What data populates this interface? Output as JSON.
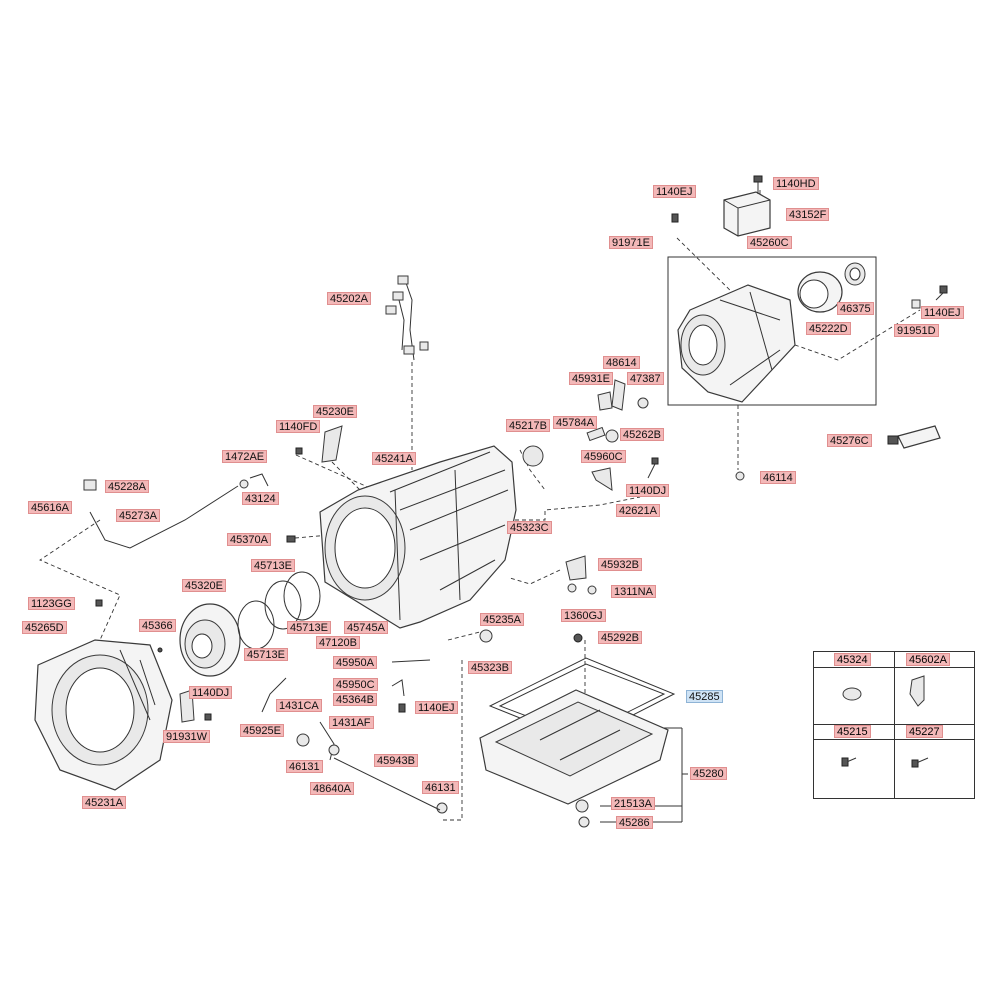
{
  "labels": {
    "p1140HD": "1140HD",
    "p1140EJ_a": "1140EJ",
    "p43152F": "43152F",
    "p91971E": "91971E",
    "p45260C": "45260C",
    "p46375": "46375",
    "p1140EJ_b": "1140EJ",
    "p45222D": "45222D",
    "p91951D": "91951D",
    "p45202A": "45202A",
    "p48614": "48614",
    "p45931E": "45931E",
    "p47387": "47387",
    "p45230E": "45230E",
    "p45784A": "45784A",
    "p1140FD": "1140FD",
    "p45217B": "45217B",
    "p45262B": "45262B",
    "p45276C": "45276C",
    "p1472AE": "1472AE",
    "p45241A": "45241A",
    "p45960C": "45960C",
    "p46114": "46114",
    "p45228A": "45228A",
    "p43124": "43124",
    "p1140DJ_a": "1140DJ",
    "p45616A": "45616A",
    "p45273A": "45273A",
    "p42621A": "42621A",
    "p45323C": "45323C",
    "p45370A": "45370A",
    "p45713E_a": "45713E",
    "p45932B": "45932B",
    "p45320E": "45320E",
    "p1311NA": "1311NA",
    "p1123GG": "1123GG",
    "p45713E_b": "45713E",
    "p1360GJ": "1360GJ",
    "p45745A": "45745A",
    "p45235A": "45235A",
    "p45366": "45366",
    "p47120B": "47120B",
    "p45265D": "45265D",
    "p45292B": "45292B",
    "p45713E_c": "45713E",
    "p45323B": "45323B",
    "p45950A": "45950A",
    "p45950C": "45950C",
    "p1140DJ_b": "1140DJ",
    "p45285": "45285",
    "p45364B": "45364B",
    "p1431CA": "1431CA",
    "p1140EJ_c": "1140EJ",
    "p1431AF": "1431AF",
    "p91931W": "91931W",
    "p45925E": "45925E",
    "p46131_a": "46131",
    "p45943B": "45943B",
    "p45280": "45280",
    "p48640A": "48640A",
    "p46131_b": "46131",
    "p45231A": "45231A",
    "p21513A": "21513A",
    "p45286": "45286"
  },
  "legend_table": {
    "h1": "45324",
    "h2": "45602A",
    "h3": "45215",
    "h4": "45227"
  }
}
